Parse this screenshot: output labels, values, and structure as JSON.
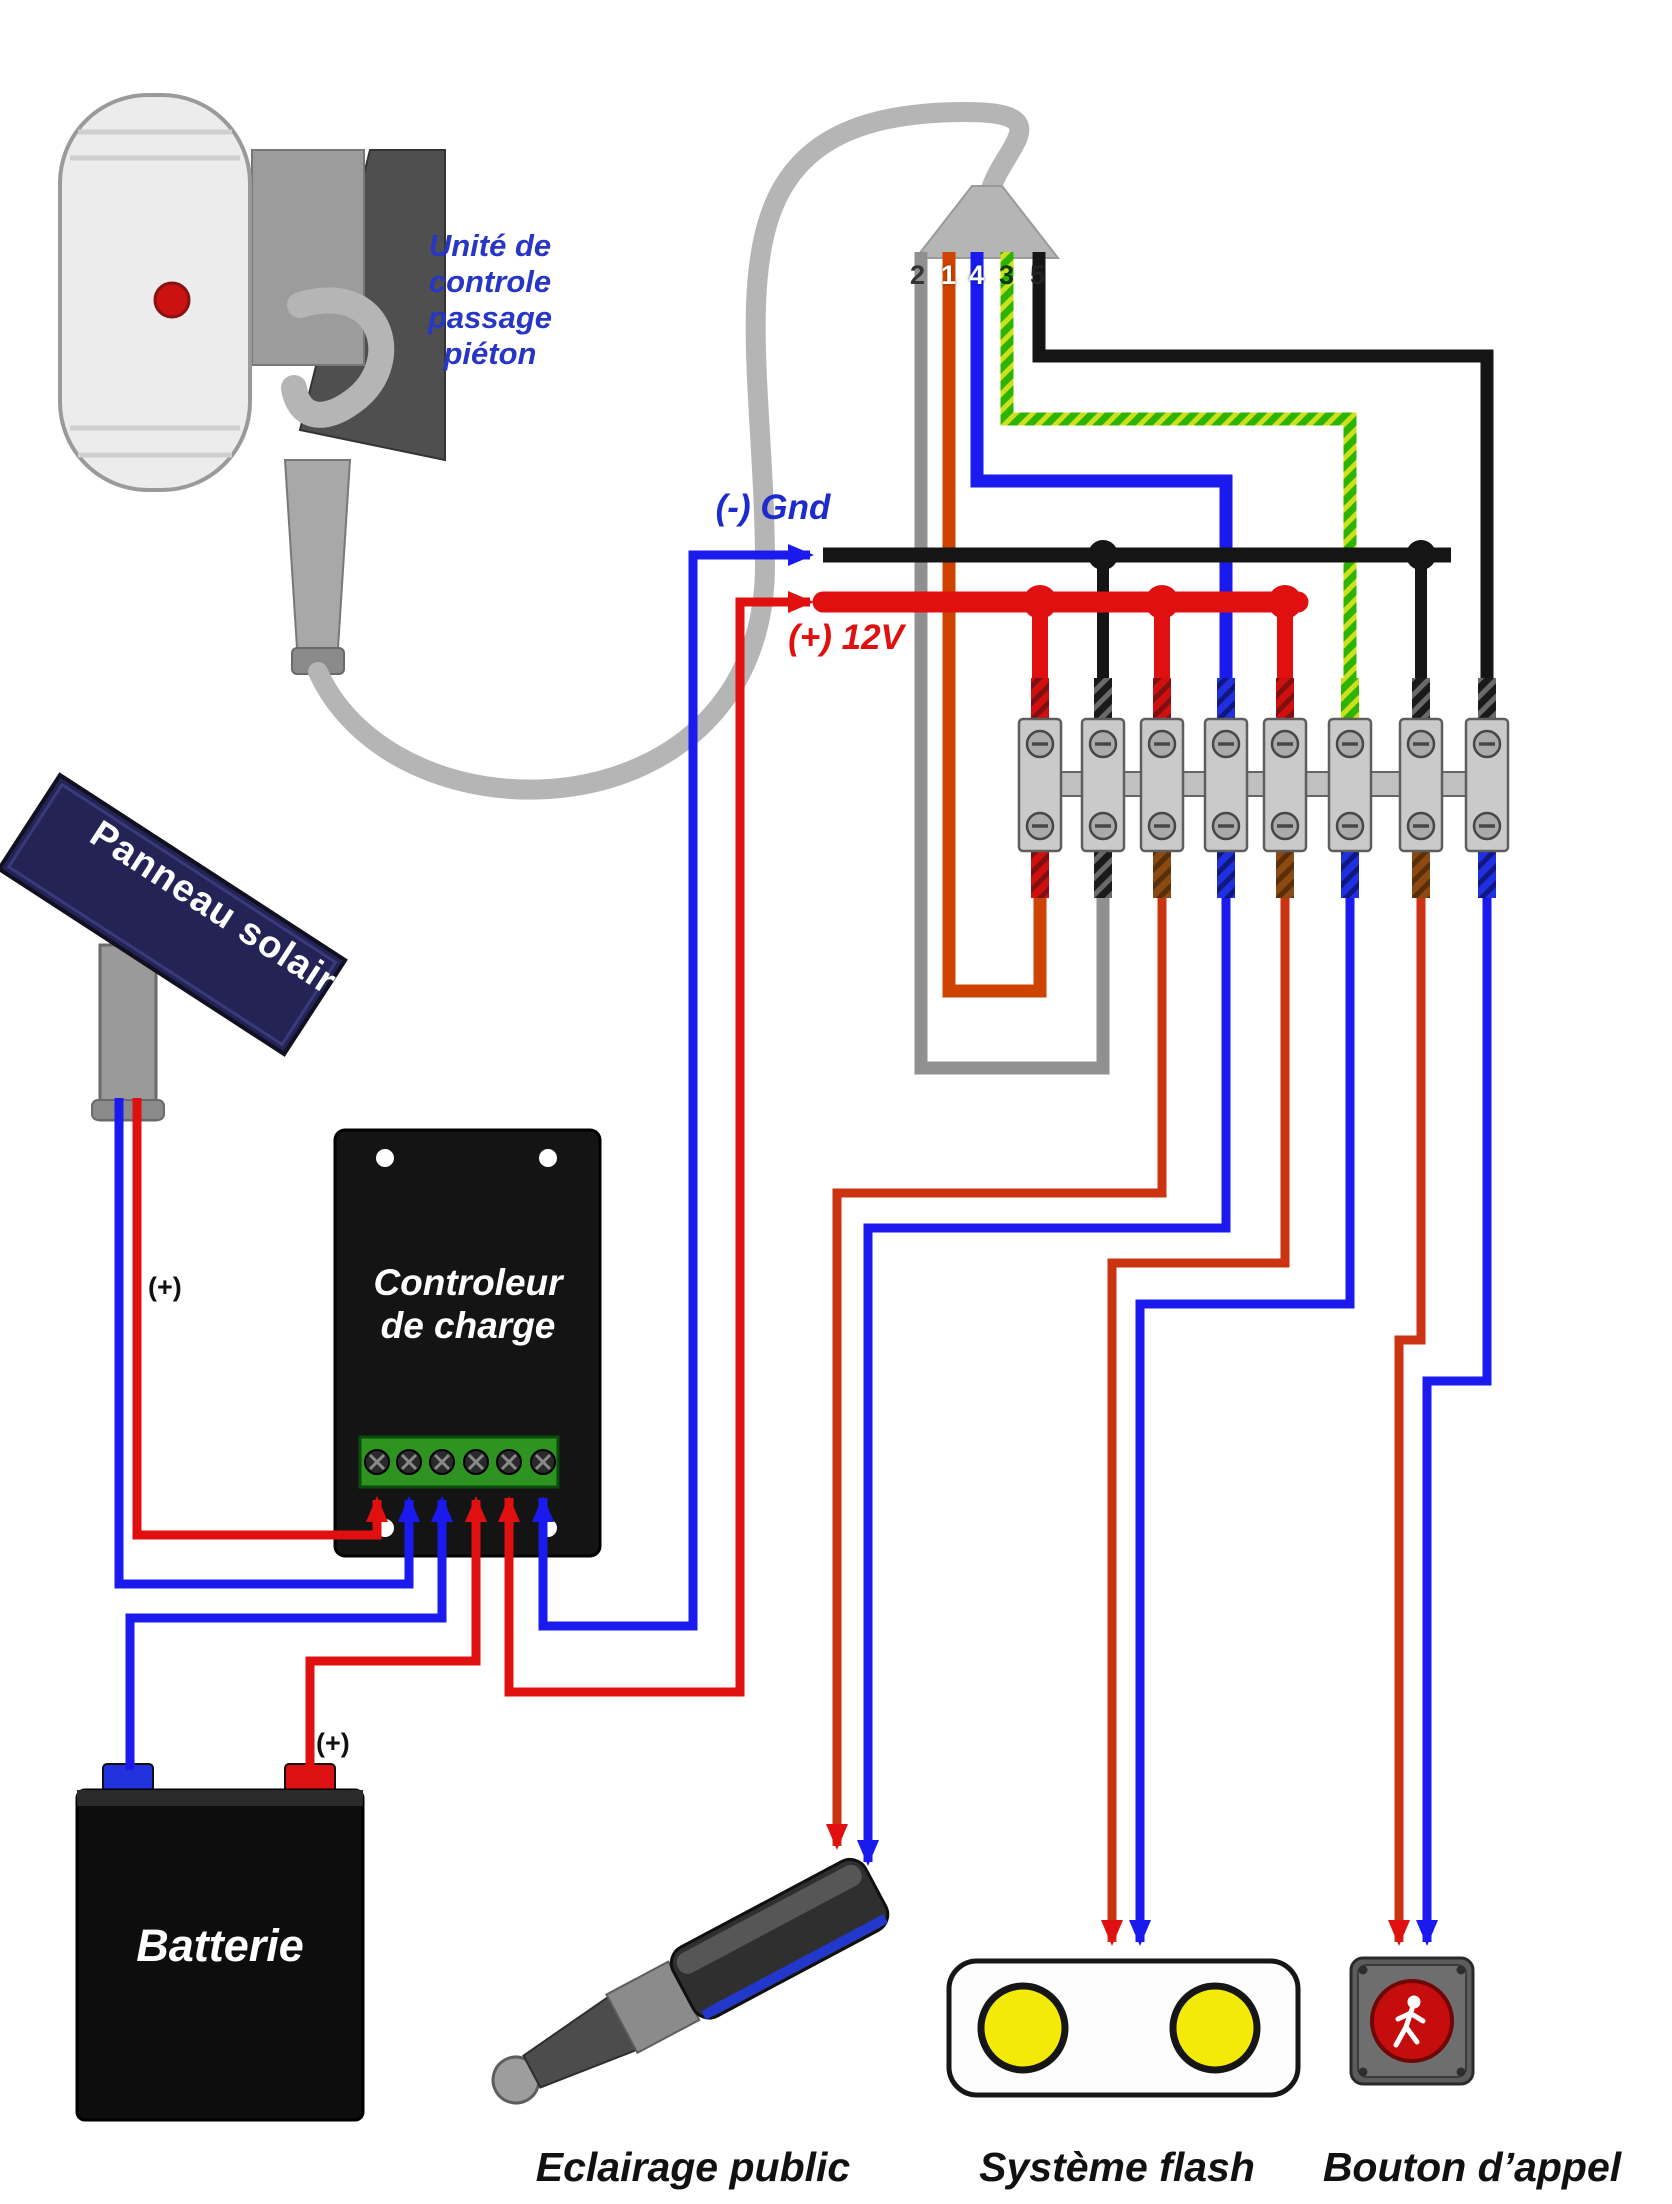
{
  "labels": {
    "control_unit": "Unité de\ncontrole\npassage\npiéton",
    "gnd": "(-) Gnd",
    "twelve_v": "(+) 12V",
    "solar_panel": "Panneau solaire",
    "solar_plus": "(+)",
    "controller": "Controleur\nde charge",
    "battery_plus": "(+)",
    "battery": "Batterie",
    "street_light": "Eclairage public",
    "flash_system": "Système flash",
    "call_button": "Bouton d’appel"
  },
  "wire_numbers": [
    "2",
    "1",
    "4",
    "3",
    "5"
  ],
  "colors": {
    "positive": "#e01010",
    "negative": "#1a1aee",
    "ground_bus": "#151515",
    "control_positive_wire": "#cc4400",
    "control_ground_wire": "#909090",
    "green_striped_wire": "#2db300",
    "cable": "#b5b5b5",
    "solar_panel": "#232355",
    "flash_lamp": "#f4ea0a",
    "button_face": "#c60d0d"
  }
}
